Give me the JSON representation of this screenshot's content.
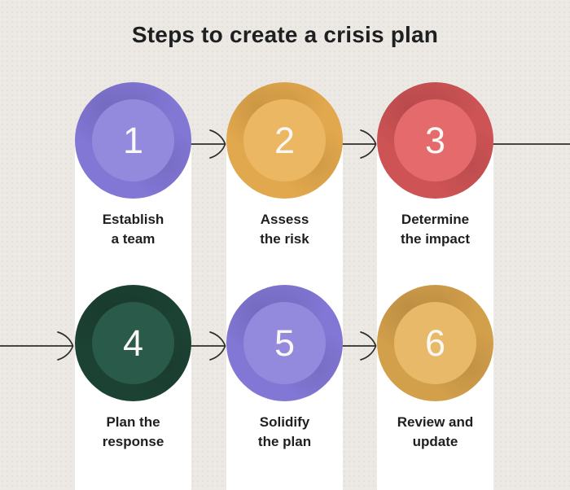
{
  "title": "Steps to create a crisis plan",
  "colors": {
    "bg": "#ece9e4",
    "band": "#ffffff",
    "arrow": "#2f2e2c",
    "text": "#1e1f21",
    "number": "#faf8f5"
  },
  "steps": [
    {
      "number": "1",
      "label_line1": "Establish",
      "label_line2": "a team",
      "outer": "#8277d5",
      "inner": "#938ade"
    },
    {
      "number": "2",
      "label_line1": "Assess",
      "label_line2": "the risk",
      "outer": "#e2a84d",
      "inner": "#ecb763"
    },
    {
      "number": "3",
      "label_line1": "Determine",
      "label_line2": "the impact",
      "outer": "#cd5355",
      "inner": "#e56a6c"
    },
    {
      "number": "4",
      "label_line1": "Plan the",
      "label_line2": "response",
      "outer": "#1c4233",
      "inner": "#2a5a49"
    },
    {
      "number": "5",
      "label_line1": "Solidify",
      "label_line2": "the plan",
      "outer": "#8277d5",
      "inner": "#938ade"
    },
    {
      "number": "6",
      "label_line1": "Review and",
      "label_line2": "update",
      "outer": "#d29f4b",
      "inner": "#e9b96a"
    }
  ]
}
